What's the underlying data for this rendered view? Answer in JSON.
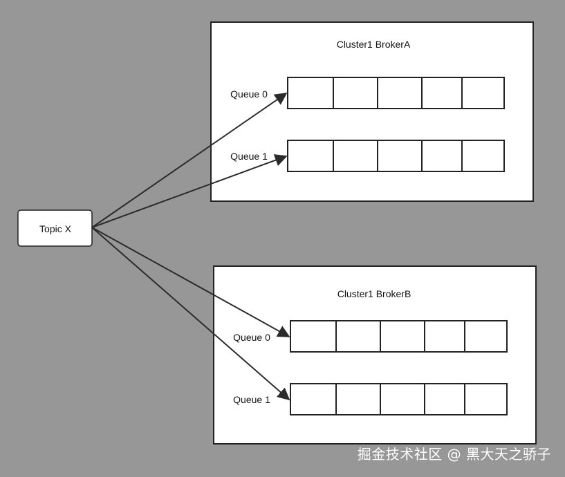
{
  "topic": {
    "label": "Topic X"
  },
  "brokers": [
    {
      "title": "Cluster1 BrokerA",
      "queues": [
        {
          "label": "Queue 0",
          "cells": 5
        },
        {
          "label": "Queue 1",
          "cells": 5
        }
      ]
    },
    {
      "title": "Cluster1 BrokerB",
      "queues": [
        {
          "label": "Queue 0",
          "cells": 5
        },
        {
          "label": "Queue 1",
          "cells": 5
        }
      ]
    }
  ],
  "watermark": "掘金技术社区 @ 黑大天之骄子"
}
